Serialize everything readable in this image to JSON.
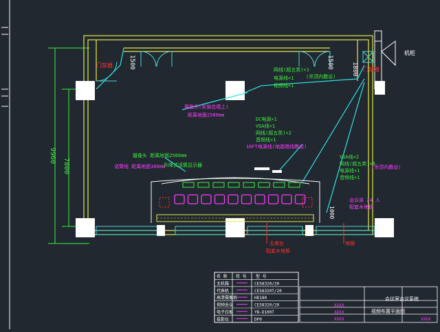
{
  "colors": {
    "background": "#212830",
    "wall": "#e8e84a",
    "glass": "#4ad8d8",
    "text_green": "#3cf040",
    "text_magenta": "#ff3cff",
    "text_red": "#ff3030",
    "cable": "#30e6e6",
    "white": "#ffffff"
  },
  "dimensions": {
    "overall_height": "9960",
    "inner_height": "7800",
    "door_left": "1500",
    "door_right": "1500",
    "window_right": "1800",
    "bottom_small": "1000"
  },
  "labels": {
    "left_door": "门禁器",
    "right_door": "门禁器",
    "right_top": "机柜",
    "cam_top": "网线(超五类)×1",
    "cam_top2": "电源线×1",
    "cam_top3": "视频线×1",
    "cam_top_note": "(吊顶内敷设)",
    "mid_left1": "摄像头(安装在墙上)",
    "mid_left2": "距离地面2500mm",
    "center1": "DC电源×1",
    "center2": "VGA线×1",
    "center3": "网线(超五类)×2",
    "center4": "音频线×1",
    "center5": "16FT电源线(地面暗线敷设)",
    "left_lower1": "摄像头 距离地面2500mm",
    "left_lower2": "话筒线 距离地面300mm",
    "left_lower3": "升降式话筒显示器",
    "right_mid1": "VGA线×2",
    "right_mid2": "网线(超五类)×3",
    "right_mid3": "电源线×1",
    "right_mid4": "(吊顶内敷设)",
    "right_mid5": "音频线×1",
    "seat_note1": "会议桌 24 人",
    "seat_note2": "配套木地板",
    "bottom_c1": "主席台",
    "bottom_c2": "配套木地板",
    "bottom_r": "地插"
  },
  "legend": {
    "headers": [
      "名 称",
      "符 号",
      "型 号"
    ],
    "rows": [
      {
        "name": "主机箱",
        "model": "CES8320/20"
      },
      {
        "name": "代表机",
        "model": "CES8320T/20"
      },
      {
        "name": "高清摄像机",
        "model": "HD180"
      },
      {
        "name": "视频会议",
        "model": "CES8320/20"
      },
      {
        "name": "电子白板",
        "model": "YB-D100T"
      },
      {
        "name": "投影仪",
        "model": "DP0"
      }
    ]
  },
  "title_block": {
    "project": "会议室会议系统",
    "drawing": "视频布置平面图",
    "code_a": "XXXX",
    "code_b": "XXXX",
    "code_c": "XXXX",
    "code_d": "XXXX"
  }
}
